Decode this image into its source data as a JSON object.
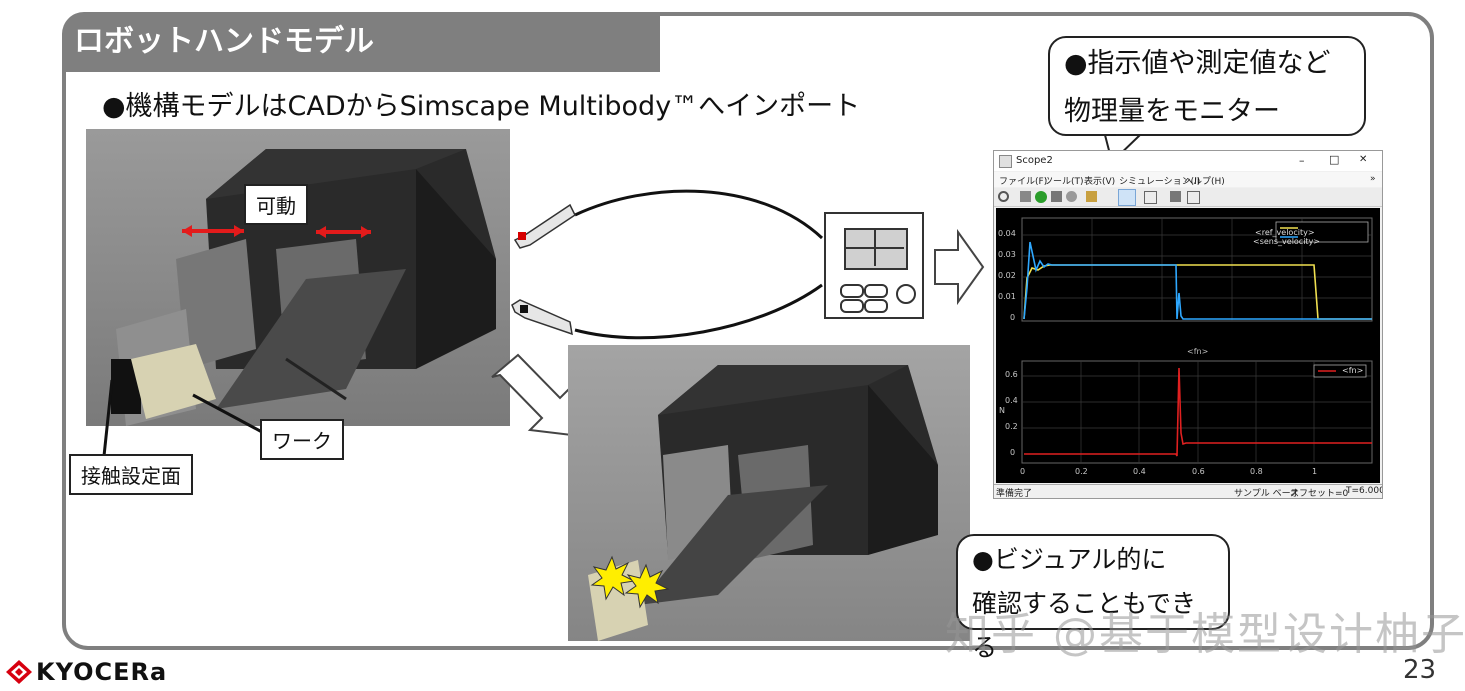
{
  "slide": {
    "title": "ロボットハンドモデル",
    "bullet": "●機構モデルはCADからSimscape Multibody™へインポート",
    "page_number": "23"
  },
  "labels": {
    "movable": "可動",
    "work": "ワーク",
    "contact_surface": "接触設定面"
  },
  "bubbles": {
    "monitor_line1": "●指示値や測定値など",
    "monitor_line2": "物理量をモニター",
    "visual_line1": "●ビジュアル的に",
    "visual_line2": "確認することもできる"
  },
  "scope": {
    "window_title": "Scope2",
    "window_controls": [
      "–",
      "□",
      "✕"
    ],
    "menu": [
      "ファイル(F)",
      "ツール(T)",
      "表示(V)",
      "シミュレーション(I)",
      "ヘルプ(H)"
    ],
    "menu_chevron": "»",
    "top_plot": {
      "legend": [
        "<ref_velocity>",
        "<sens_velocity>"
      ],
      "y_ticks": [
        "0.04",
        "0.03",
        "0.02",
        "0.01",
        "0"
      ]
    },
    "bottom_plot": {
      "title": "<fn>",
      "legend": [
        "<fn>"
      ],
      "y_label": "N",
      "y_ticks": [
        "0.6",
        "0.4",
        "0.2",
        "0"
      ],
      "x_ticks": [
        "0",
        "0.2",
        "0.4",
        "0.6",
        "0.8",
        "1"
      ]
    },
    "status": {
      "ready": "準備完了",
      "sample_based": "サンプル ベース",
      "offset": "オフセット=0",
      "time": "T=6.000"
    },
    "colors": {
      "ref": "#f0e050",
      "sens": "#2ea8ff",
      "fn": "#e02020"
    }
  },
  "watermark": "知乎 @基于模型设计柚子",
  "logo": {
    "text": "KYOCERa",
    "color": "#d7000f"
  }
}
